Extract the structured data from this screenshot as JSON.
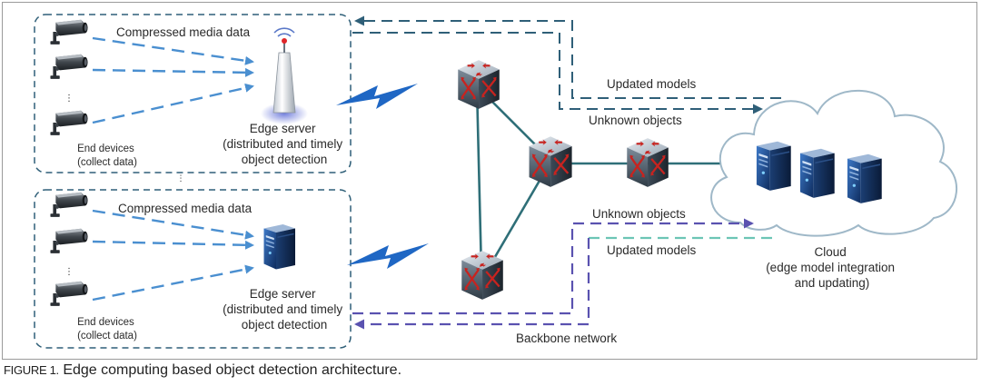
{
  "caption": {
    "label": "FIGURE 1.",
    "text": "Edge computing based object detection architecture."
  },
  "clusters": [
    {
      "media_label": "Compressed media data",
      "server_label_lines": [
        "Edge server",
        "(distributed and timely",
        "object detection"
      ],
      "devices_label_lines": [
        "End devices",
        "(collect data)"
      ],
      "server_icon": "wireless-access-point-icon",
      "device_icon": "cctv-camera-icon"
    },
    {
      "media_label": "Compressed media data",
      "server_label_lines": [
        "Edge server",
        "(distributed and timely",
        "object detection"
      ],
      "devices_label_lines": [
        "End devices",
        "(collect data)"
      ],
      "server_icon": "server-tower-icon",
      "device_icon": "cctv-camera-icon"
    }
  ],
  "flows": {
    "top_updated": "Updated models",
    "top_unknown": "Unknown objects",
    "bottom_unknown": "Unknown objects",
    "bottom_updated": "Updated  models"
  },
  "backbone_label": "Backbone network",
  "router_icon": "network-router-icon",
  "cloud": {
    "label_lines": [
      "Cloud",
      "(edge model integration",
      "and updating)"
    ],
    "icon": "cloud-icon"
  },
  "colors": {
    "dark_teal": "#2f5f78",
    "light_blue": "#4a8fd0",
    "purple": "#5a52b0",
    "light_teal": "#6cc5b5",
    "link": "#2f6f78",
    "lightning": "#1f67c4"
  }
}
